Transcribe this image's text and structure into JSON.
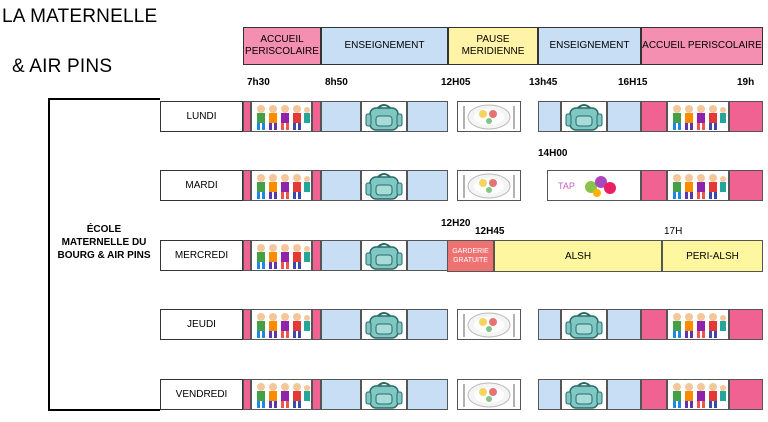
{
  "title": {
    "line1": "LA MATERNELLE",
    "line2": "& AIR PINS"
  },
  "header": [
    {
      "label": "ACCUEIL PERISCOLAIRE",
      "color": "#f48fb1"
    },
    {
      "label": "ENSEIGNEMENT",
      "color": "#c7def5"
    },
    {
      "label": "PAUSE MERIDIENNE",
      "color": "#fff3a8"
    },
    {
      "label": "ENSEIGNEMENT",
      "color": "#c7def5"
    },
    {
      "label": "ACCUEIL PERISCOLAIRE",
      "color": "#f48fb1"
    }
  ],
  "times": [
    "7h30",
    "8h50",
    "12H05",
    "13h45",
    "16H15",
    "19h"
  ],
  "extra_times": {
    "tuesday": "14H00",
    "wed_1": "12H20",
    "wed_2": "12H45",
    "wed_3": "17H"
  },
  "school": "ÉCOLE MATERNELLE DU BOURG & AIR PINS",
  "days": [
    "LUNDI",
    "MARDI",
    "MERCREDI",
    "JEUDI",
    "VENDREDI"
  ],
  "wednesday": {
    "garderie": "GARDERIE GRATUITE",
    "alsh": "ALSH",
    "peri_alsh": "PERI-ALSH"
  },
  "tap": "TAP",
  "icons": {
    "kids": "children-group-icon",
    "bag": "school-bag-icon",
    "meal": "meal-plate-icon"
  }
}
